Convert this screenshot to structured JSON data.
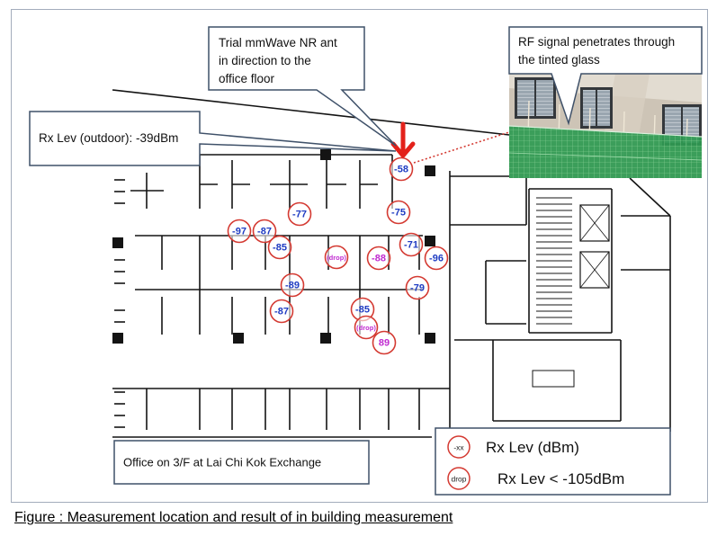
{
  "figure": {
    "caption": "Figure : Measurement location and result of in building measurement"
  },
  "callouts": {
    "antenna": {
      "line1": "Trial mmWave NR ant",
      "line2": "in direction to the",
      "line3": "office floor"
    },
    "outdoor": {
      "text": "Rx Lev (outdoor): -39dBm"
    },
    "glass": {
      "line1": "RF signal penetrates through",
      "line2": "the tinted glass"
    },
    "location": {
      "text": "Office on 3/F at Lai Chi Kok Exchange"
    }
  },
  "legend": {
    "level": {
      "marker": "-xx",
      "label": "Rx Lev (dBm)"
    },
    "drop": {
      "marker": "drop",
      "label": "Rx Lev < -105dBm"
    }
  },
  "measurements": [
    {
      "label": "-58",
      "tone": "blue"
    },
    {
      "label": "-77",
      "tone": "blue"
    },
    {
      "label": "-75",
      "tone": "blue"
    },
    {
      "label": "-97",
      "tone": "blue"
    },
    {
      "label": "-87",
      "tone": "blue"
    },
    {
      "label": "-85",
      "tone": "blue"
    },
    {
      "label": "(drop)",
      "tone": "magenta"
    },
    {
      "label": "-88",
      "tone": "magenta"
    },
    {
      "label": "-71",
      "tone": "blue"
    },
    {
      "label": "-96",
      "tone": "blue"
    },
    {
      "label": "-89",
      "tone": "blue"
    },
    {
      "label": "-79",
      "tone": "blue"
    },
    {
      "label": "-87",
      "tone": "blue"
    },
    {
      "label": "-85",
      "tone": "blue"
    },
    {
      "label": "(drop)",
      "tone": "magenta"
    },
    {
      "label": "89",
      "tone": "magenta"
    }
  ],
  "colors": {
    "blue": "#1f3cc2",
    "magenta": "#c02ad0",
    "ring": "#d43a32",
    "arrow": "#e3221b",
    "callout_border": "#3f5169",
    "netting": "#2f9a52"
  }
}
